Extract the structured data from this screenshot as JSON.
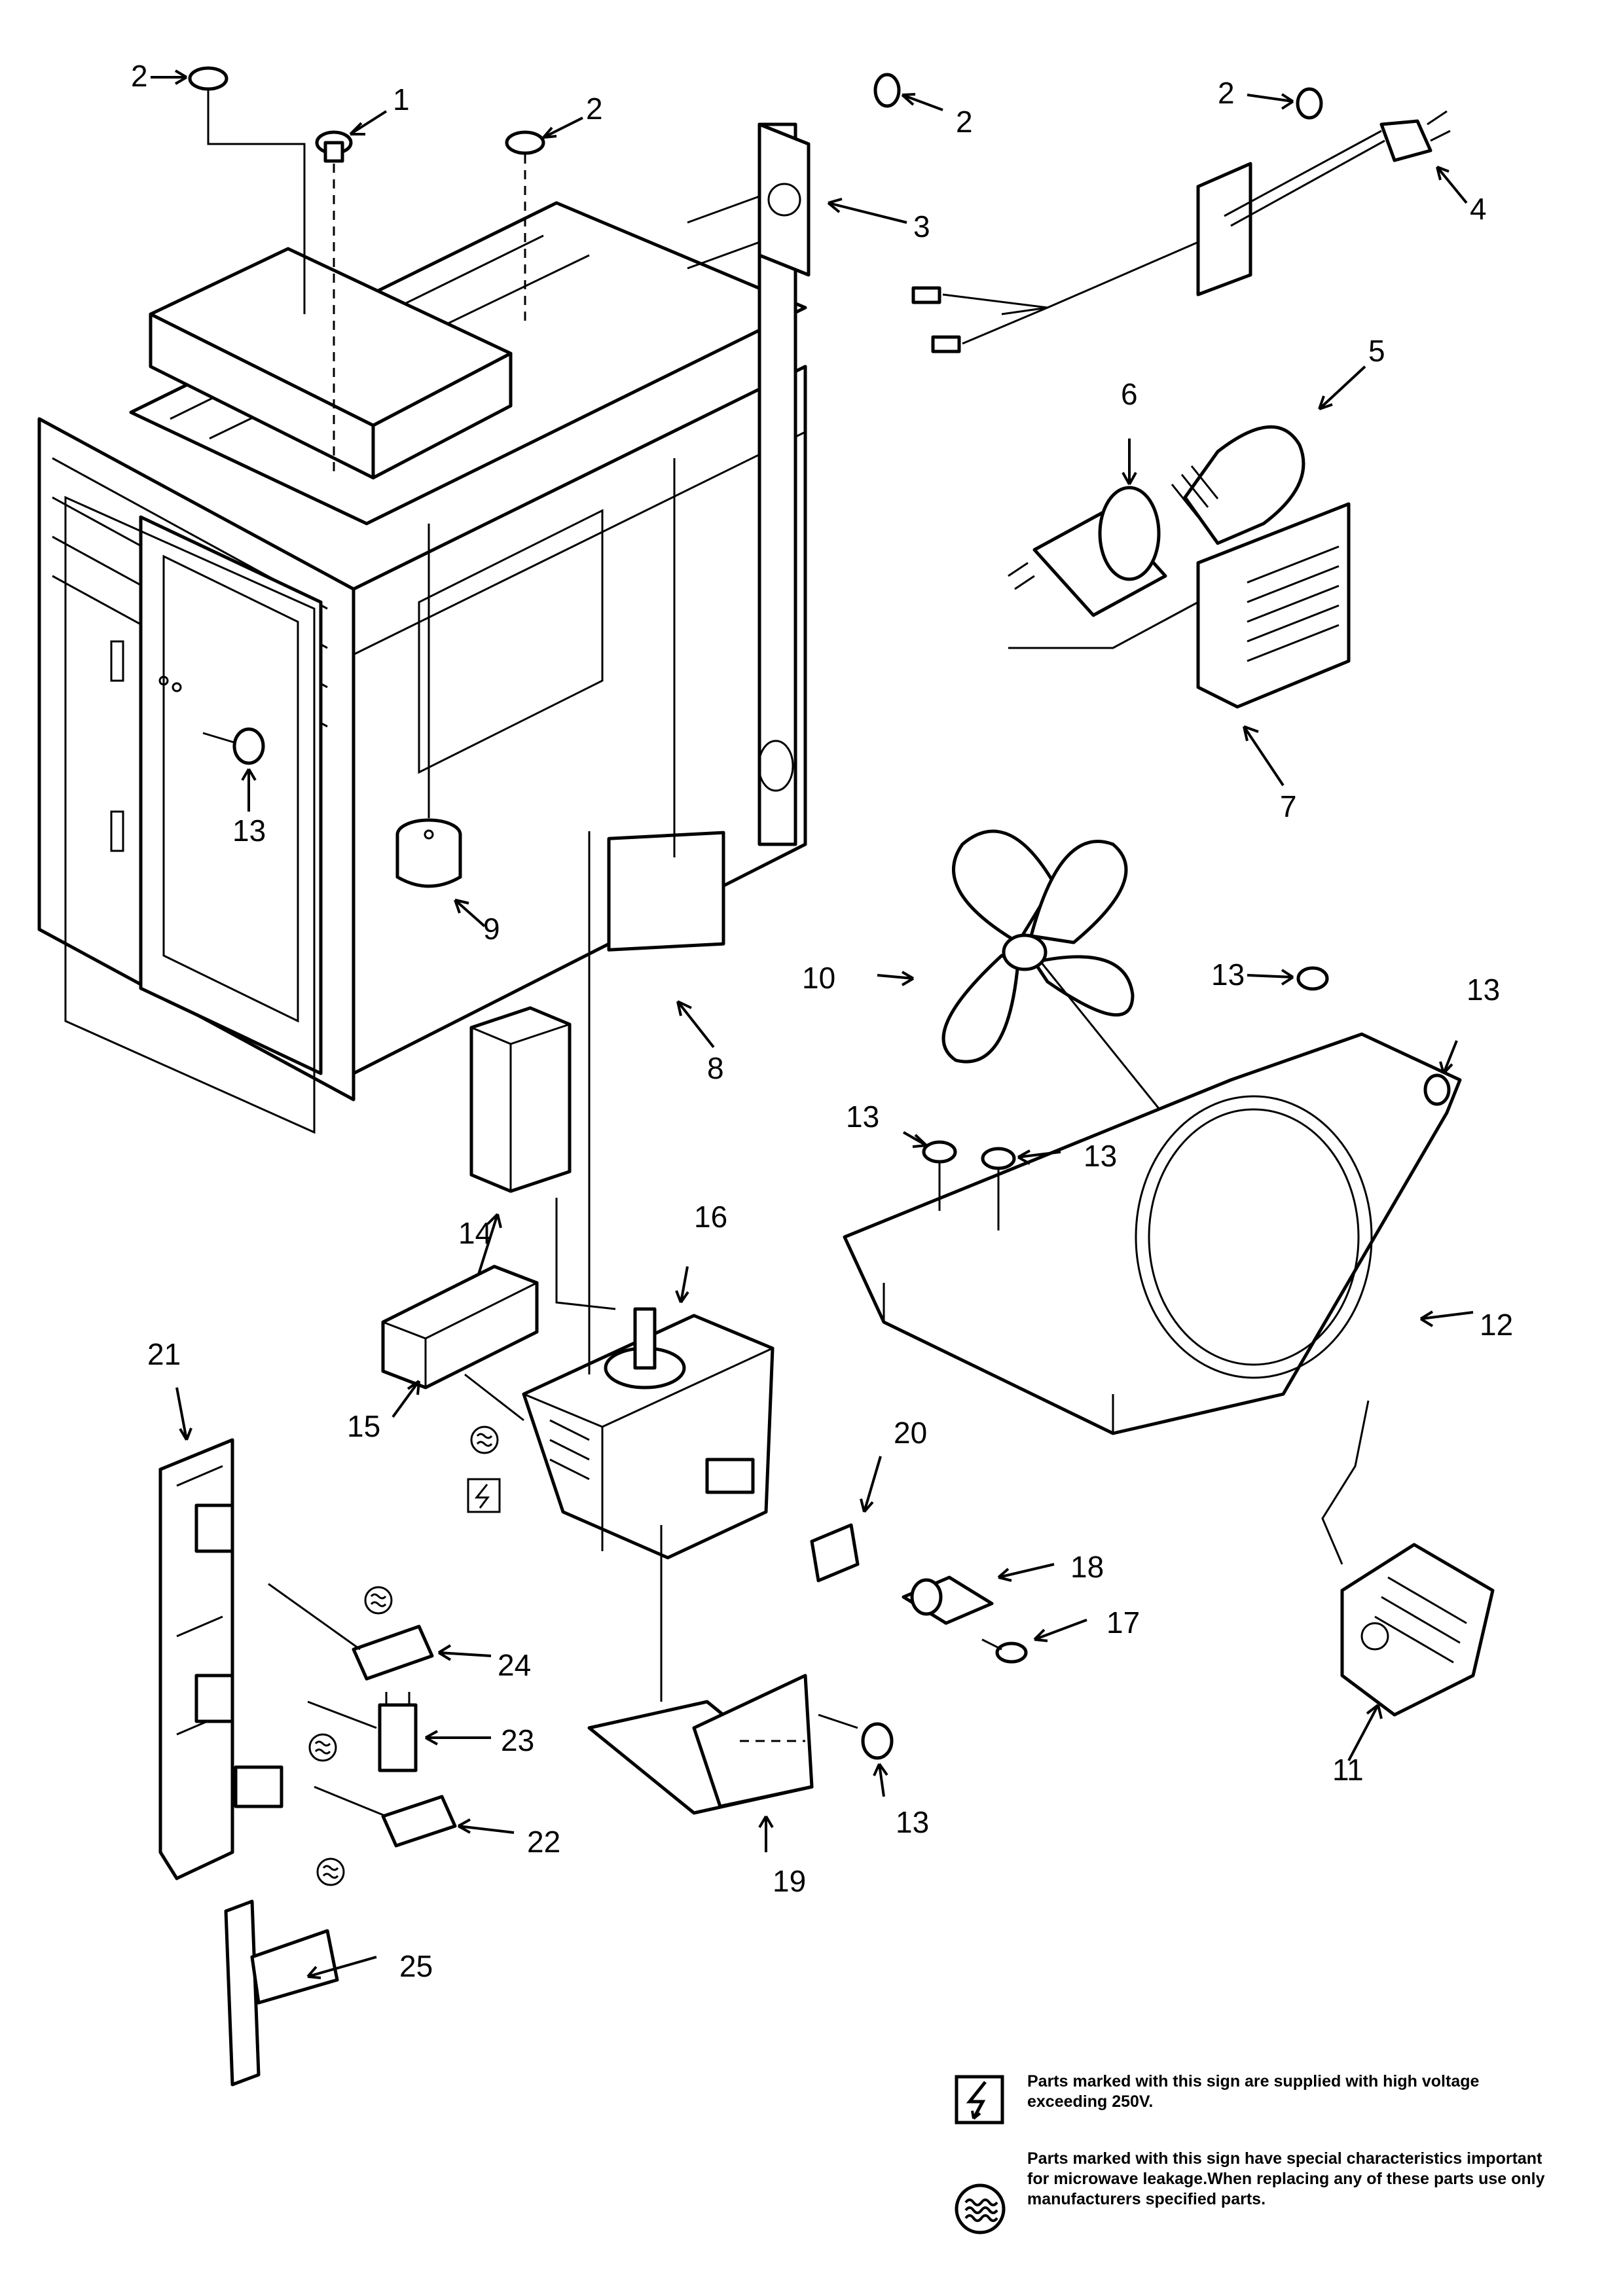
{
  "callouts": [
    "1",
    "2",
    "3",
    "4",
    "5",
    "6",
    "7",
    "8",
    "9",
    "10",
    "11",
    "12",
    "13",
    "14",
    "15",
    "16",
    "17",
    "18",
    "19",
    "20",
    "21",
    "22",
    "23",
    "24",
    "25"
  ],
  "legend": {
    "high_voltage_text": "Parts marked with this sign are supplied with high voltage exceeding 250V.",
    "microwave_text": "Parts marked with this sign have special characteristics important for microwave leakage.When replacing any of these parts use only manufacturers specified parts.",
    "high_voltage_icon": "lightning-bolt-icon",
    "microwave_icon": "microwave-wave-icon"
  }
}
